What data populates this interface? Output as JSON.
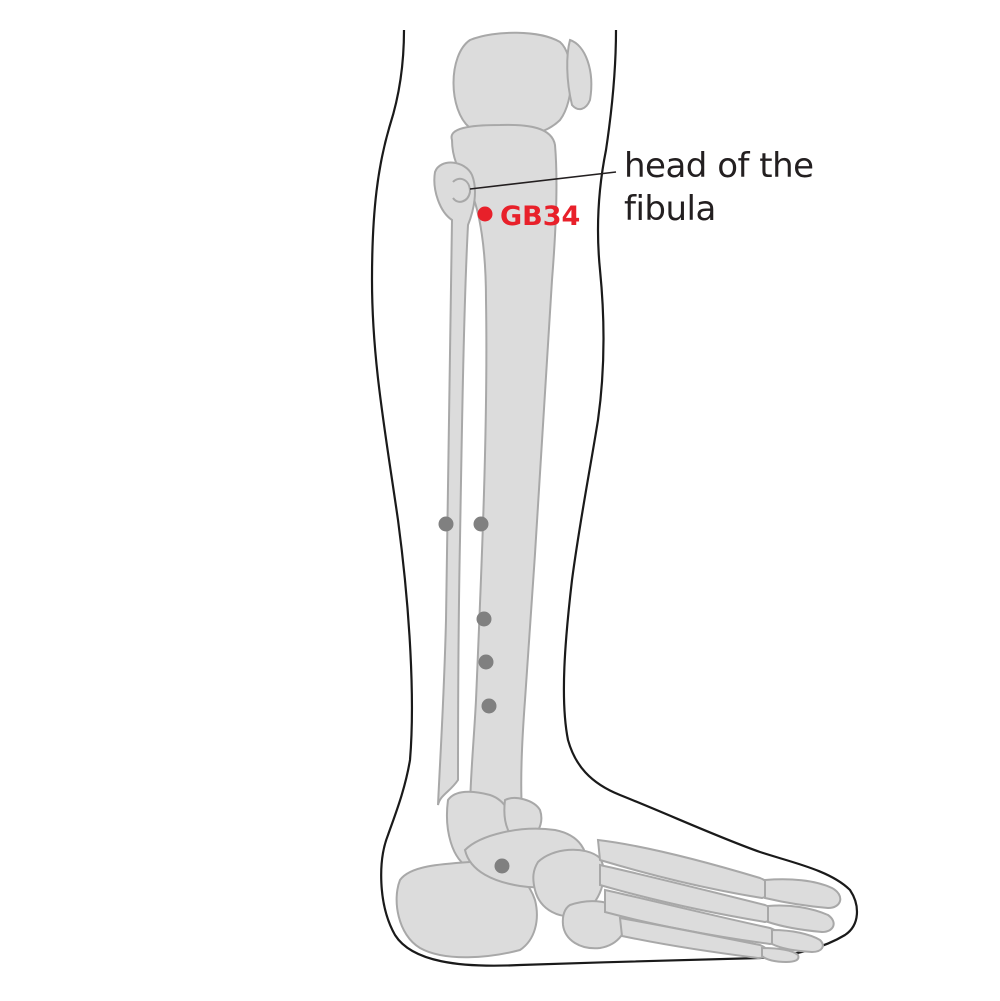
{
  "annotation": {
    "line1": "head of the",
    "line2": "fibula"
  },
  "point": {
    "label": "GB34"
  },
  "colors": {
    "outline": "#1a1a1a",
    "bone_fill": "#dcdcdc",
    "bone_stroke": "#a8a8a8",
    "highlight": "#e8202a",
    "other_points": "#808080",
    "annotation_text": "#231f20"
  }
}
